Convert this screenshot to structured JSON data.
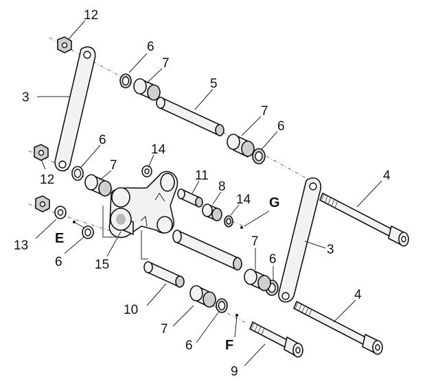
{
  "labels": {
    "n12a": "12",
    "n3a": "3",
    "n6a": "6",
    "n7a": "7",
    "n5": "5",
    "n7b": "7",
    "n6b": "6",
    "n6c": "6",
    "n14a": "14",
    "n7c": "7",
    "n12b": "12",
    "n4a": "4",
    "n11": "11",
    "n8": "8",
    "n14b": "14",
    "lG": "G",
    "n13": "13",
    "lE": "E",
    "n6d": "6",
    "n15": "15",
    "n3b": "3",
    "n7d": "7",
    "n6e": "6",
    "n4b": "4",
    "n10": "10",
    "n7e": "7",
    "n6f": "6",
    "lF": "F",
    "n9": "9"
  }
}
